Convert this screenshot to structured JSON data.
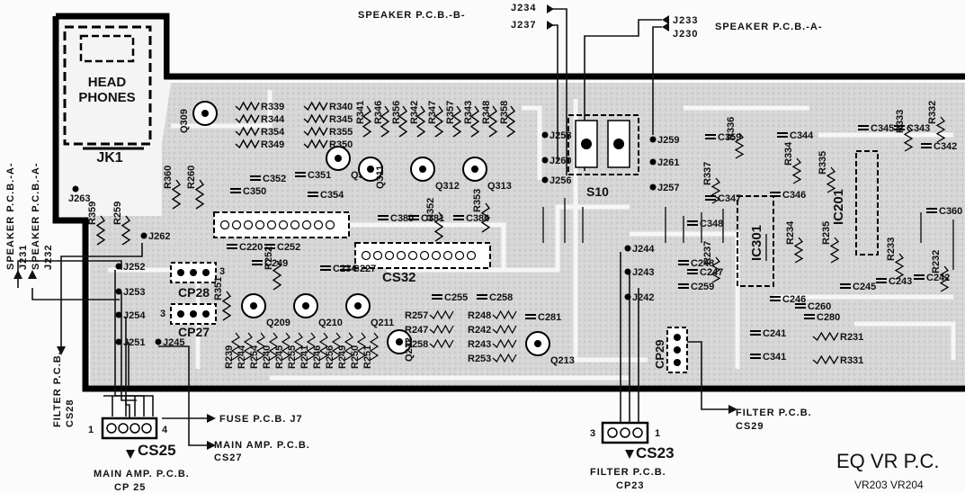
{
  "title": {
    "main": "EQ VR P.C.",
    "sub": "VR203  VR204"
  },
  "headphones": {
    "line1": "HEAD",
    "line2": "PHONES",
    "jack": "JK1"
  },
  "top_labels": {
    "speaker_b": "SPEAKER P.C.B.-B-",
    "j234": "J234",
    "j237": "J237",
    "j233": "J233",
    "j230": "J230",
    "speaker_a": "SPEAKER P.C.B.-A-"
  },
  "left_labels": {
    "line1": "SPEAKER P.C.B.-A-",
    "line2": "J231",
    "line3": "SPEAKER P.C.B.-A-",
    "line4": "J232",
    "filter1": "FILTER P.C.B.",
    "filter2": "CS28"
  },
  "bottom_labels": {
    "fuse": "FUSE P.C.B. J7",
    "main_amp_cs27_1": "MAIN AMP. P.C.B.",
    "main_amp_cs27_2": "CS27",
    "main_amp_cp25_1": "MAIN AMP. P.C.B.",
    "main_amp_cp25_2": "CP 25",
    "filter_cp23_1": "FILTER P.C.B.",
    "filter_cp23_2": "CP23",
    "filter_cs29_1": "FILTER P.C.B.",
    "filter_cs29_2": "CS29"
  },
  "connectors": {
    "cs25": "CS25",
    "cs25_pin1": "1",
    "cs25_pin4": "4",
    "cs23": "CS23",
    "cs23_pin3": "3",
    "cs23_pin1": "1",
    "cs32": "CS32",
    "cp28": "CP28",
    "cp27": "CP27",
    "cp29": "CP29",
    "cp28_pin": "3",
    "cp27_pin": "3"
  },
  "jacks": [
    "J263",
    "J262",
    "J252",
    "J253",
    "J254",
    "J251",
    "J245",
    "J258",
    "J260",
    "J256",
    "J259",
    "J261",
    "J257",
    "J244",
    "J243",
    "J242"
  ],
  "switch": "S10",
  "ics": {
    "ic301": "IC301",
    "ic201": "IC201"
  },
  "transistors": [
    "Q309",
    "Q310",
    "Q311",
    "Q312",
    "Q313",
    "Q209",
    "Q210",
    "Q211",
    "Q212",
    "Q213"
  ],
  "resistors_row1": [
    "R339",
    "R344",
    "R354",
    "R349",
    "R340",
    "R345",
    "R355",
    "R350"
  ],
  "resistors_top": [
    "R341",
    "R346",
    "R356",
    "R342",
    "R347",
    "R357",
    "R343",
    "R348",
    "R358"
  ],
  "resistors_mid": [
    "R360",
    "R260",
    "R359",
    "R259",
    "R353",
    "R252",
    "R352",
    "R351"
  ],
  "resistors_low": [
    "R239",
    "R244",
    "R254",
    "R240",
    "R245",
    "R255",
    "R241",
    "R246",
    "R256",
    "R249",
    "R250",
    "R251"
  ],
  "resistors_low2": [
    "R257",
    "R247",
    "R258",
    "R248",
    "R242",
    "R243",
    "R253"
  ],
  "resistors_right": [
    "R336",
    "R337",
    "R334",
    "R335",
    "R333",
    "R332",
    "R234",
    "R235",
    "R237",
    "R233",
    "R232",
    "R231",
    "R331"
  ],
  "caps": [
    "C350",
    "C352",
    "C351",
    "C354",
    "C380",
    "C381",
    "C386",
    "C249",
    "C220",
    "C252",
    "C234",
    "C227",
    "C255",
    "C258",
    "C281",
    "C280",
    "C359",
    "C347",
    "C344",
    "C346",
    "C345",
    "C343",
    "C342",
    "C360",
    "C348",
    "C248",
    "C247",
    "C259",
    "C246",
    "C245",
    "C241",
    "C341",
    "C260",
    "C243",
    "C242"
  ]
}
